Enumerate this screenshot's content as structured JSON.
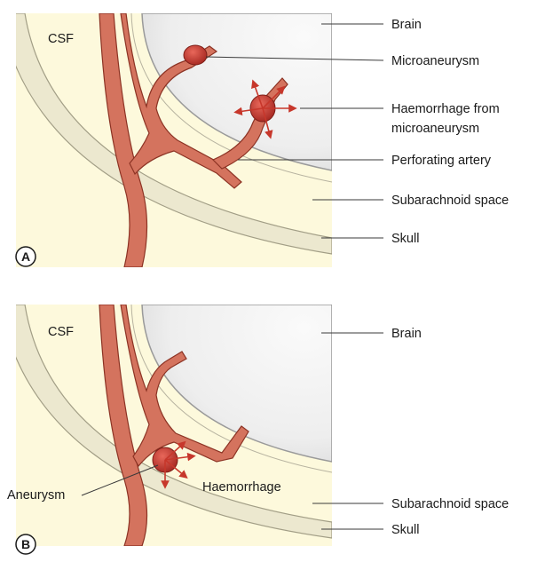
{
  "colors": {
    "csf": "#fdf9dc",
    "skull_fill": "#ece8cf",
    "skull_edge": "#a29e86",
    "brain_fill": "#ededed",
    "artery": "#d4735e",
    "artery_edge": "#8c3324",
    "aneurysm": "#b8302a",
    "arrow": "#c7372b",
    "leader": "#3a3a3a"
  },
  "panel_a": {
    "letter": "A",
    "csf_label": "CSF",
    "labels": {
      "brain": "Brain",
      "microaneurysm": "Microaneurysm",
      "haemorrhage_line1": "Haemorrhage from",
      "haemorrhage_line2": "microaneurysm",
      "perforating_artery": "Perforating artery",
      "subarachnoid_space": "Subarachnoid space",
      "skull": "Skull"
    }
  },
  "panel_b": {
    "letter": "B",
    "csf_label": "CSF",
    "labels": {
      "brain": "Brain",
      "aneurysm": "Aneurysm",
      "haemorrhage": "Haemorrhage",
      "subarachnoid_space": "Subarachnoid space",
      "skull": "Skull"
    }
  }
}
